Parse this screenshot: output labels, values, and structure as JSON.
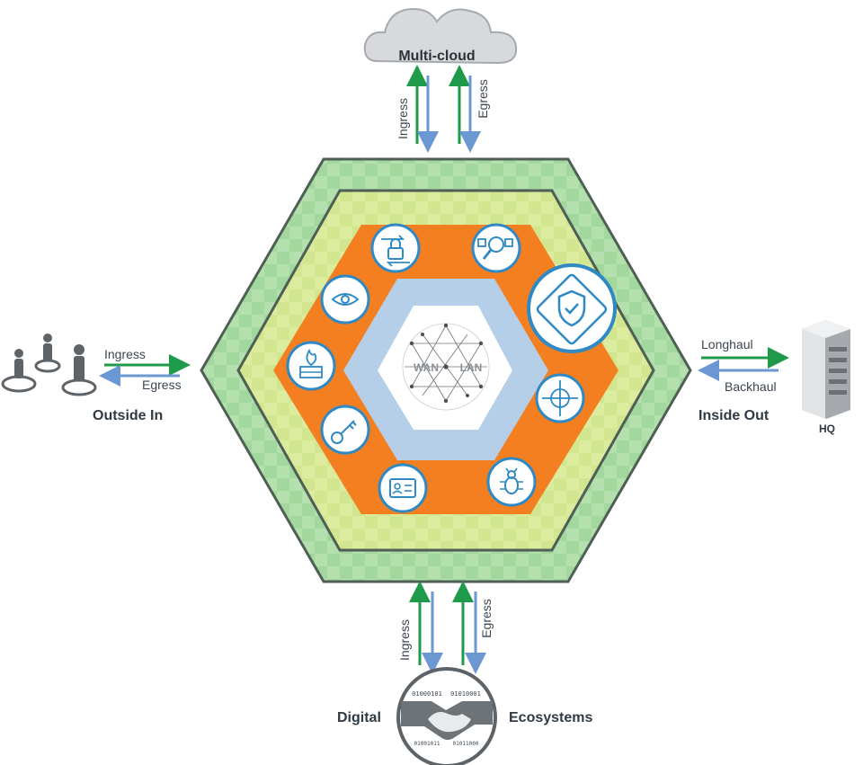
{
  "top": {
    "cloud_label": "Multi-cloud",
    "ingress": "Ingress",
    "egress": "Egress"
  },
  "left": {
    "ingress": "Ingress",
    "egress": "Egress",
    "caption": "Outside In"
  },
  "right": {
    "longhaul": "Longhaul",
    "backhaul": "Backhaul",
    "caption": "Inside Out",
    "hq": "HQ"
  },
  "bottom": {
    "ingress": "Ingress",
    "egress": "Egress",
    "left_caption": "Digital",
    "right_caption": "Ecosystems",
    "binary_top_left": "01000101",
    "binary_top_right": "01010001",
    "binary_bottom_left": "01001011",
    "binary_bottom_right": "01011000"
  },
  "core": {
    "wan": "WAN",
    "lan": "LAN"
  },
  "icons": [
    "lock-transfer-icon",
    "magnifier-network-icon",
    "eye-icon",
    "shield-check-icon",
    "firewall-icon",
    "crosshair-icon",
    "key-icon",
    "id-card-icon",
    "bug-icon"
  ],
  "colors": {
    "green_arrow": "#1f9a4a",
    "blue_arrow": "#6b97d2",
    "outer_hex": "#a9dba5",
    "middle_hex": "#d9ea9c",
    "orange_hex": "#f47f20",
    "inner_hex": "#b5cfe8",
    "icon_stroke": "#2e89c4"
  }
}
